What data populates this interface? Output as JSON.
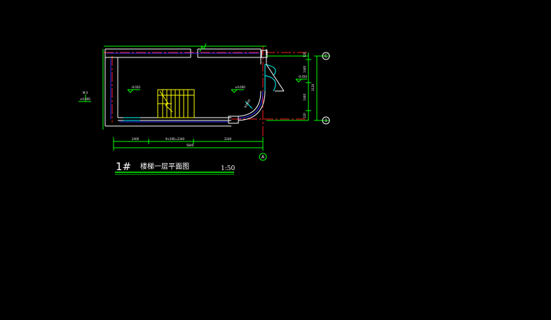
{
  "drawing": {
    "title_number": "1#",
    "title_text": "楼梯一层平面图",
    "scale": "1:50",
    "axis_bubbles": {
      "top_right": "C",
      "bottom_right": "1",
      "bottom": "A"
    },
    "dimensions": {
      "bottom_segments": [
        "2400",
        "9×260=2340",
        "2240"
      ],
      "bottom_total": "5640",
      "right_segments": [
        "120",
        "1440",
        "1440",
        "120"
      ],
      "right_total": "3120"
    },
    "annotations": {
      "left_elevation": "±0.000",
      "left_note": "M-2",
      "room_left_level": "-0.020",
      "room_right_level": "±0.000",
      "right_level": "-0.450",
      "arc_label": "R1800"
    }
  },
  "colors": {
    "background": "#000000",
    "wall": "#ffffff",
    "axis": "#ff2020",
    "dimension": "#00ff00",
    "opening": "#00ffff",
    "stair": "#ffff00",
    "wall_core": "#3030ff"
  }
}
